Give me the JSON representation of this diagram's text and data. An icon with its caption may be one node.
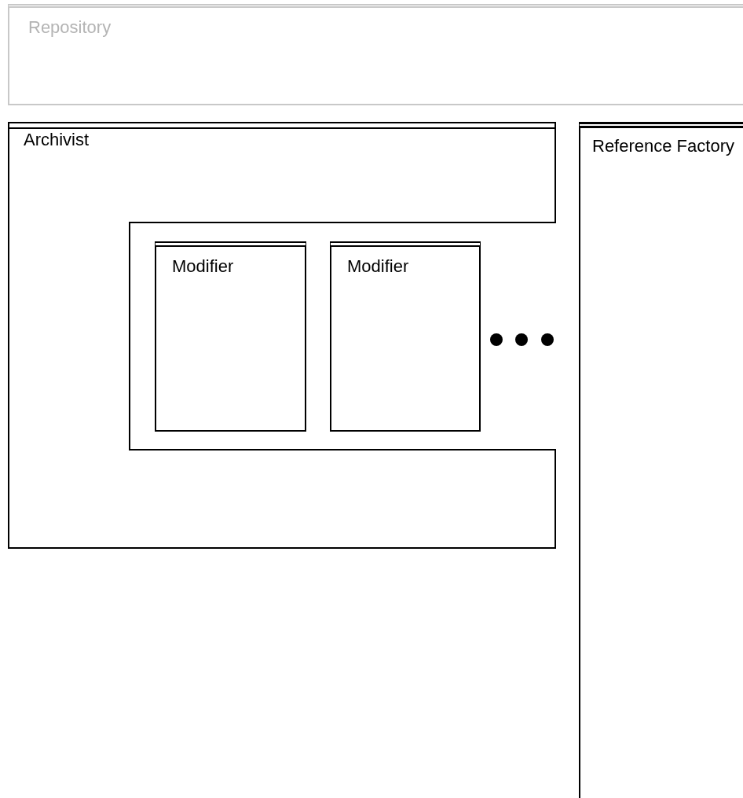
{
  "diagram": {
    "nodes": [
      {
        "text": [
          "Repository"
        ]
      },
      {
        "text": [
          "Archivist"
        ]
      },
      {
        "text": [
          "Reference Factory"
        ]
      },
      {
        "text": [
          "Modifier"
        ],
        "in": 1
      },
      {
        "text": [
          "Modifier"
        ],
        "in": 1
      }
    ]
  }
}
